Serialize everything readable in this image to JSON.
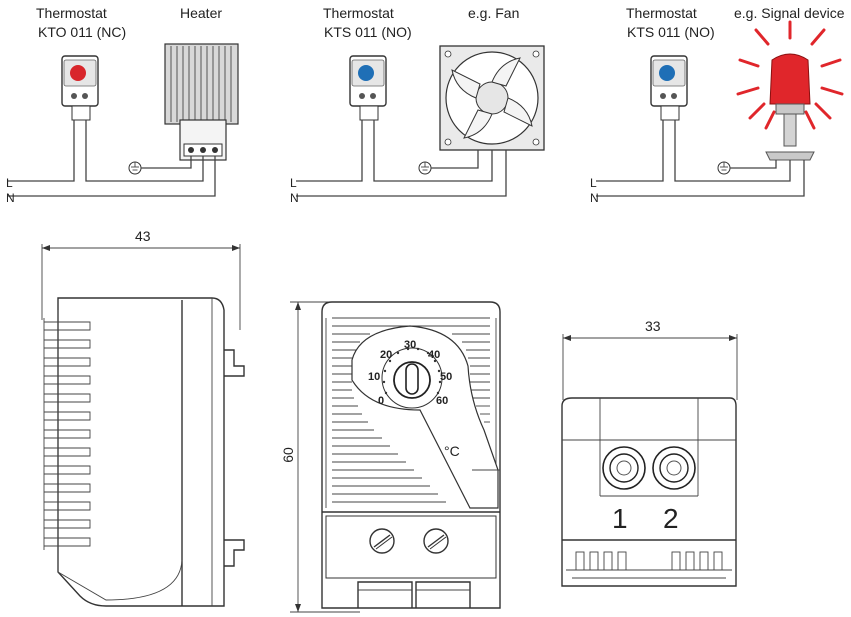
{
  "wiring": {
    "heater_circuit": {
      "thermostat_title": "Thermostat",
      "thermostat_model": "KTO 011 (NC)",
      "device_label": "Heater",
      "knob_color": "#d8262b"
    },
    "fan_circuit": {
      "thermostat_title": "Thermostat",
      "thermostat_model": "KTS 011 (NO)",
      "device_label": "e.g. Fan",
      "knob_color": "#1f6fb6"
    },
    "signal_circuit": {
      "thermostat_title": "Thermostat",
      "thermostat_model": "KTS 011 (NO)",
      "device_label": "e.g. Signal device",
      "knob_color": "#1f6fb6",
      "beacon_color": "#e0262b"
    },
    "line_label": "L",
    "neutral_label": "N"
  },
  "dimensions": {
    "side_width": "43",
    "front_height": "60",
    "bottom_width": "33"
  },
  "dial": {
    "scale": [
      "0",
      "10",
      "20",
      "30",
      "40",
      "50",
      "60"
    ],
    "unit": "°C"
  },
  "terminals": {
    "t1": "1",
    "t2": "2"
  }
}
